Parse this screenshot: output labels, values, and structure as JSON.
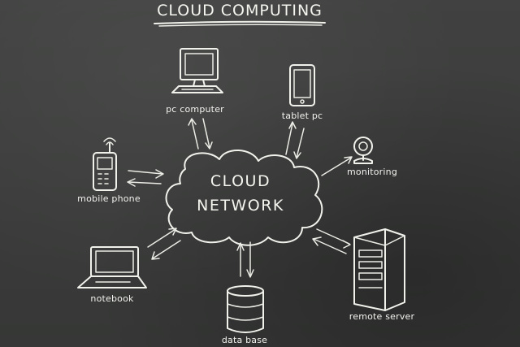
{
  "title": "CLOUD COMPUTING",
  "center": {
    "line1": "CLOUD",
    "line2": "NETWORK"
  },
  "nodes": {
    "pc_computer": "pc computer",
    "tablet_pc": "tablet pc",
    "monitoring": "monitoring",
    "mobile_phone": "mobile phone",
    "notebook": "notebook",
    "data_base": "data base",
    "remote_server": "remote server"
  },
  "colors": {
    "board": "#3a3b3a",
    "chalk": "#f1f1ec"
  }
}
